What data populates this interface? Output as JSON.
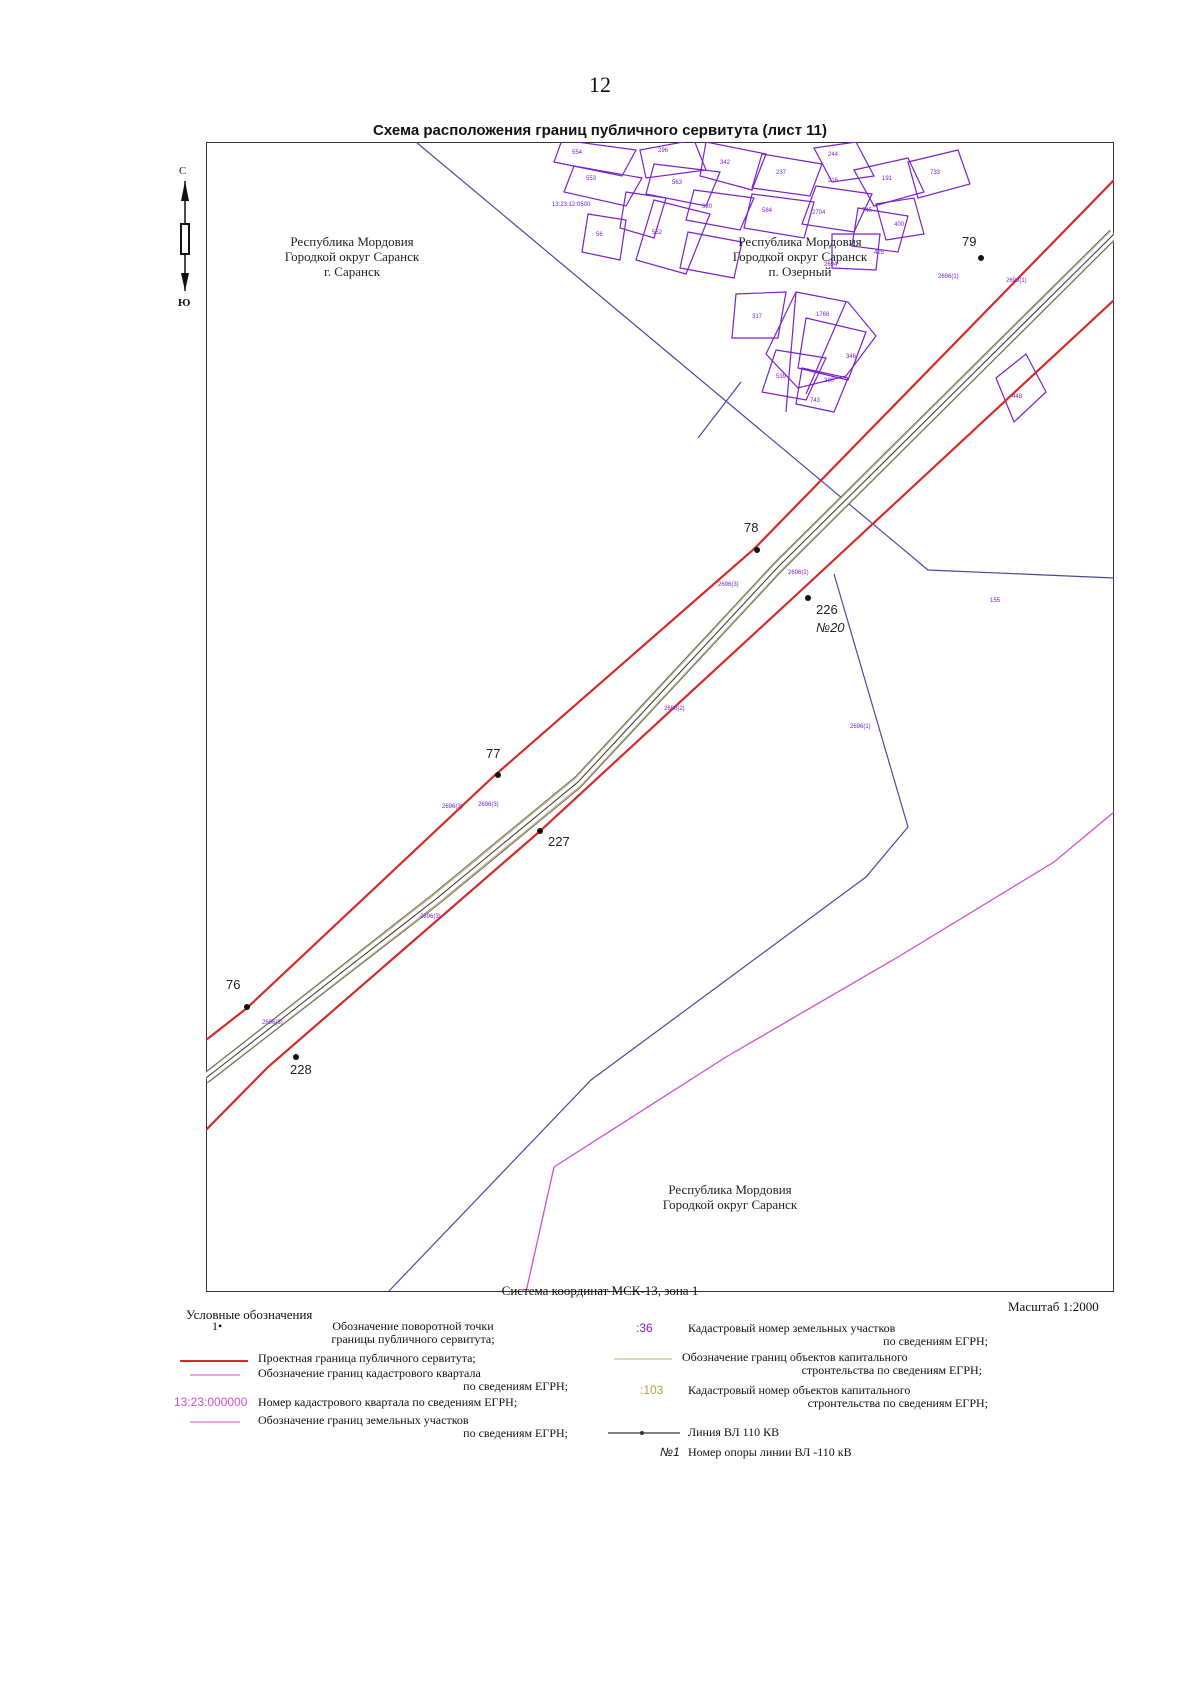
{
  "page_number": "12",
  "title": "Схема расположения границ публичного сервитута (лист 11)",
  "compass": {
    "north": "С",
    "south": "Ю"
  },
  "territories": [
    {
      "lines": [
        "Республика Мордовия",
        "Городкой округ Саранск",
        "г. Саранск"
      ]
    },
    {
      "lines": [
        "Республика Мордовия",
        "Городкой округ Саранск",
        "п. Озерный"
      ]
    },
    {
      "lines": [
        "Республика Мордовия",
        "Городкой округ Саранск"
      ]
    }
  ],
  "turning_points": [
    "79",
    "78",
    "226",
    "77",
    "227",
    "76",
    "228"
  ],
  "pylon_number": "№20",
  "parcel_labels": [
    "554",
    "553",
    "296",
    "563",
    "342",
    "237",
    "244",
    "191",
    "733",
    "56",
    "330",
    "584",
    "216",
    "2704",
    "745",
    "400",
    "13:23:12:0500",
    "552",
    "425",
    "2694",
    "2696(1)",
    "2696(1)",
    "317",
    "1768",
    "346",
    "539",
    "380",
    "743",
    "448",
    "2696(3)",
    "2696(2)",
    "155",
    "2696(2)",
    "2696(1)",
    "2696(3)",
    "2696(3)",
    "2696(3)",
    "2696(3)"
  ],
  "coord_system": "Система координат МСК-13, зона 1",
  "scale": "Масштаб 1:2000",
  "legend": {
    "title": "Условные обозначения",
    "left": [
      {
        "symbol": "1•",
        "lines": [
          "Обозначение поворотной точки",
          "границы публичного сервитута;"
        ]
      },
      {
        "lines": [
          "Проектная граница публичного сервитута;"
        ]
      },
      {
        "lines": [
          "Обозначение границ кадастрового квартала",
          "по сведениям ЕГРН;"
        ]
      },
      {
        "symbol": "13:23:000000",
        "lines": [
          "Номер кадастрового квартала по сведениям ЕГРН;"
        ]
      },
      {
        "lines": [
          "Обозначение границ земельных участков",
          "по сведениям ЕГРН;"
        ]
      }
    ],
    "right": [
      {
        "symbol": ":36",
        "lines": [
          "Кадастровый номер земельных участков",
          "по сведениям ЕГРН;"
        ]
      },
      {
        "lines": [
          "Обозначение границ объектов капитального",
          "стронтельства по сведениям ЕГРН;"
        ]
      },
      {
        "symbol": ":103",
        "lines": [
          "Кадастровый номер объектов капитального",
          "стронтельства по сведениям ЕГРН;"
        ]
      },
      {
        "lines": [
          "Линия ВЛ 110 КВ"
        ]
      },
      {
        "symbol": "№1",
        "lines": [
          "Номер опоры линии ВЛ -110 кВ"
        ]
      }
    ]
  },
  "colors": {
    "servitude": "#d32a2a",
    "parcel": "#7a22c8",
    "quarter": "#4a4a9a",
    "land": "#d24fd2",
    "building": "#b8b080",
    "line": "#333333"
  }
}
